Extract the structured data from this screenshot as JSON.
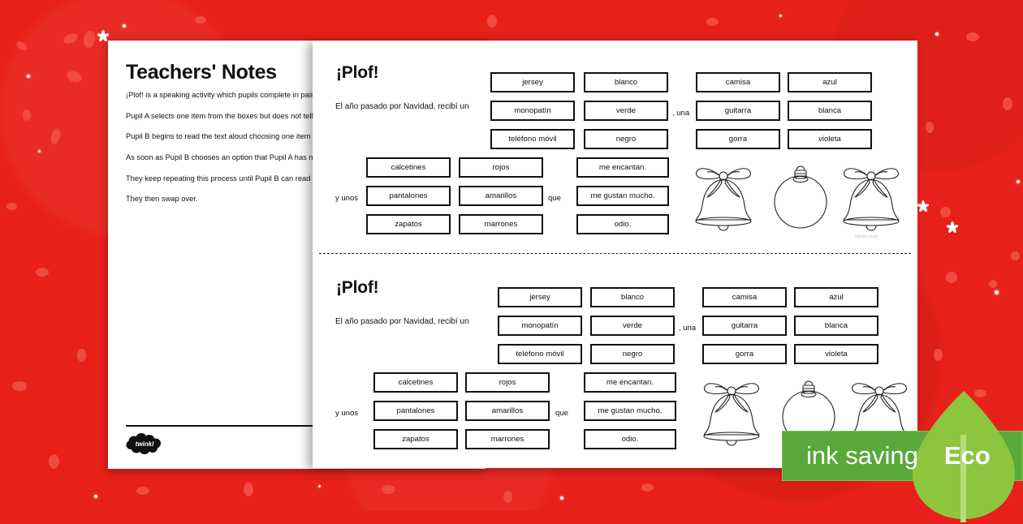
{
  "background": {
    "color": "#e8201a",
    "blob_color": "#f04a42",
    "sparkle_color": "#ffffff"
  },
  "back_page": {
    "title": "Teachers' Notes",
    "notes": [
      "¡Plof! is a speaking activity which pupils complete in pairs.",
      "Pupil A selects one item from the boxes but does not tell Pupil B.",
      "Pupil B begins to read the text aloud choosing one item from each box.",
      "As soon as Pupil B chooses an option that Pupil A has not chosen, Pupil A says ¡Plof!",
      "They keep repeating this process until Pupil B can read the whole text.",
      "They then swap over."
    ],
    "logo_text": "twinkl"
  },
  "worksheet": {
    "title": "¡Plof!",
    "lead": "El año pasado por Navidad, recibí un",
    "connector_una": ", una",
    "connector_y_unos": "y unos",
    "connector_que": "que",
    "watermark": "twinkl.co.uk",
    "columns": {
      "nouns_masc": [
        "jersey",
        "monopatín",
        "teléfono móvil"
      ],
      "colors_masc": [
        "blanco",
        "verde",
        "negro"
      ],
      "nouns_fem": [
        "camisa",
        "guitarra",
        "gorra"
      ],
      "colors_fem": [
        "azul",
        "blanca",
        "violeta"
      ],
      "nouns_plural": [
        "calcetines",
        "pantalones",
        "zapatos"
      ],
      "colors_plural": [
        "rojos",
        "amarillos",
        "marrones"
      ],
      "opinions": [
        "me encantan.",
        "me gustan mucho.",
        "odio."
      ]
    },
    "illustrations": [
      "bell-outline",
      "bauble-outline",
      "bell-outline"
    ]
  },
  "eco_badge": {
    "ink_saving_label": "ink saving",
    "eco_label": "Eco",
    "bar_color": "#5aa83a",
    "leaf_color": "#8cc63f"
  }
}
